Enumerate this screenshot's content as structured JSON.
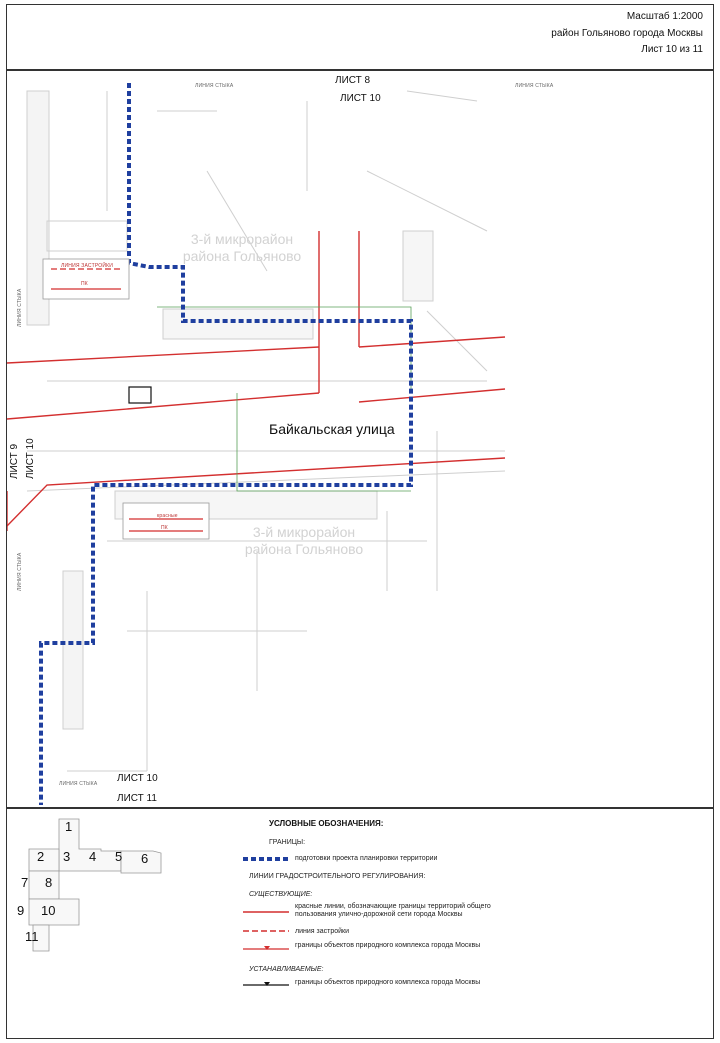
{
  "header": {
    "scale": "Масштаб 1:2000",
    "district": "район Гольяново города Москвы",
    "sheet": "Лист 10 из 11"
  },
  "map": {
    "sheet_top_prev": "ЛИСТ 8",
    "sheet_top_this": "ЛИСТ 10",
    "sheet_left_prev": "ЛИСТ 9",
    "sheet_left_this": "ЛИСТ 10",
    "sheet_bottom_this": "ЛИСТ 10",
    "sheet_bottom_next": "ЛИСТ 11",
    "junction_line": "ЛИНИЯ СТЫКА",
    "street_name": "Байкальская улица",
    "district_name_top": "3-й микрорайон района Гольяново",
    "district_name_bottom": "3-й микрорайон района Гольяново",
    "inset_label_1": "ЛИНИЯ ЗАСТРОЙКИ",
    "inset_label_2": "ПК",
    "inset_label_3": "красные",
    "inset_label_4": "ПК",
    "colors": {
      "boundary": "#1f3f9f",
      "red_line": "#d32f2f",
      "green_line": "#57a057"
    }
  },
  "legend": {
    "title": "УСЛОВНЫЕ ОБОЗНАЧЕНИЯ:",
    "boundaries": "ГРАНИЦЫ:",
    "planning": "подготовки проекта планировки территории",
    "regulation": "ЛИНИИ ГРАДОСТРОИТЕЛЬНОГО РЕГУЛИРОВАНИЯ:",
    "existing": "СУЩЕСТВУЮЩИЕ:",
    "red_lines": "красные линии, обозначающие границы территорий общего пользования улично-дорожной сети города Москвы",
    "build_line": "линия застройки",
    "nature_existing": "границы объектов природного комплекса города Москвы",
    "established": "УСТАНАВЛИВАЕМЫЕ:",
    "nature_new": "границы объектов природного комплекса города Москвы",
    "index": [
      "1",
      "2",
      "3",
      "4",
      "5",
      "6",
      "7",
      "8",
      "9",
      "10",
      "11"
    ]
  }
}
